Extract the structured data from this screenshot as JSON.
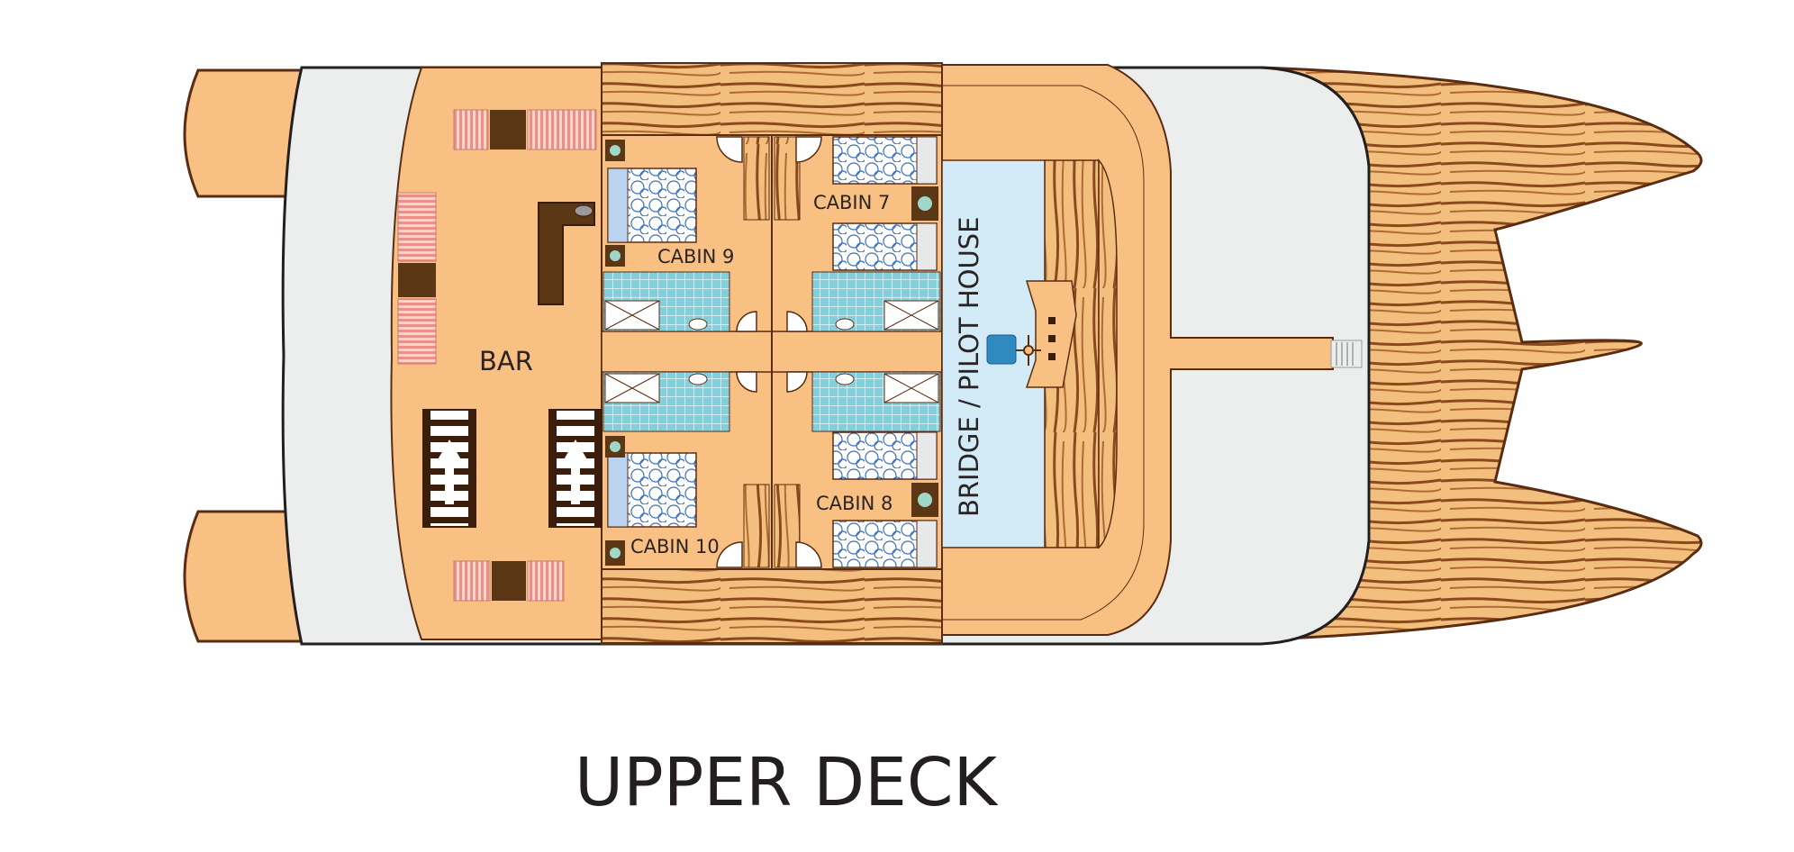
{
  "deck_title": "UPPER DECK",
  "rooms": {
    "bar": "BAR",
    "cabin_7": "CABIN 7",
    "cabin_8": "CABIN 8",
    "cabin_9": "CABIN 9",
    "cabin_10": "CABIN 10",
    "bridge": "BRIDGE / PILOT HOUSE"
  },
  "colors": {
    "deck": "#f9c083",
    "outline": "#5a2d13",
    "wood": "#f3bf7f",
    "wood_grain": "#8a4a1e",
    "walkway": "#eceeee",
    "bridge": "#d3ebf7",
    "bathroom": "#84cfdc",
    "bed_blue": "#3d6fb5",
    "stairs": "#3a1d0b",
    "lounger": "#f2a6a0",
    "table": "#5b3716"
  },
  "icons": [
    "stairs-up-icon",
    "bed-icon",
    "lounger-icon",
    "ship-wheel-icon",
    "toilet-icon",
    "shower-icon",
    "plant-icon",
    "door-icon",
    "bar-counter-icon"
  ]
}
